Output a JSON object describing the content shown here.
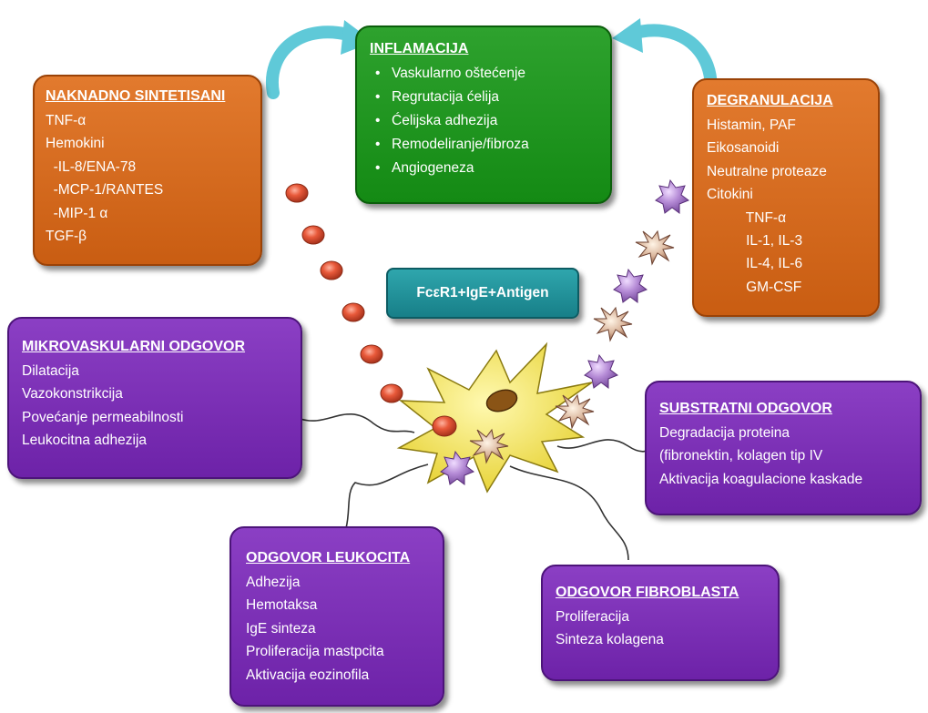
{
  "naknadno": {
    "title": "NAKNADNO SINTETISANI",
    "lines": [
      "TNF-α",
      "Hemokini",
      "  -IL-8/ENA-78",
      "  -MCP-1/RANTES",
      "  -MIP-1 α",
      "TGF-β"
    ]
  },
  "inflamacija": {
    "title": "INFLAMACIJA",
    "items": [
      "Vaskularno oštećenje",
      "Regrutacija ćelija",
      "Ćelijska adhezija",
      "Remodeliranje/fibroza",
      "Angiogeneza"
    ]
  },
  "degranulacija": {
    "title": "DEGRANULACIJA",
    "lines": [
      "Histamin, PAF",
      "Eikosanoidi",
      "Neutralne proteaze",
      "Citokini",
      "          TNF-α",
      "          IL-1, IL-3",
      "          IL-4, IL-6",
      "          GM-CSF"
    ]
  },
  "receptor": {
    "label": "FcεR1+IgE+Antigen"
  },
  "mikrovaskularni": {
    "title": "MIKROVASKULARNI ODGOVOR",
    "lines": [
      "Dilatacija",
      "Vazokonstrikcija",
      "Povećanje permeabilnosti",
      "Leukocitna adhezija"
    ]
  },
  "substratni": {
    "title": "SUBSTRATNI ODGOVOR",
    "lines": [
      "Degradacija proteina",
      "(fibronektin, kolagen tip IV",
      "Aktivacija koagulacione kaskade"
    ]
  },
  "leukocita": {
    "title": "ODGOVOR LEUKOCITA",
    "lines": [
      "Adhezija",
      "Hemotaksa",
      "IgE sinteza",
      "Proliferacija mastpcita",
      "Aktivacija eozinofila"
    ]
  },
  "fibroblasta": {
    "title": "ODGOVOR FIBROBLASTA",
    "lines": [
      "Proliferacija",
      "Sinteza kolagena"
    ]
  },
  "colors": {
    "orange": "#d0661c",
    "green": "#1c951c",
    "purple": "#7a2eb5",
    "teal": "#1f929b",
    "cell": "#f3e65a",
    "granule": "#e05535",
    "arrow": "#5fc9d8"
  }
}
